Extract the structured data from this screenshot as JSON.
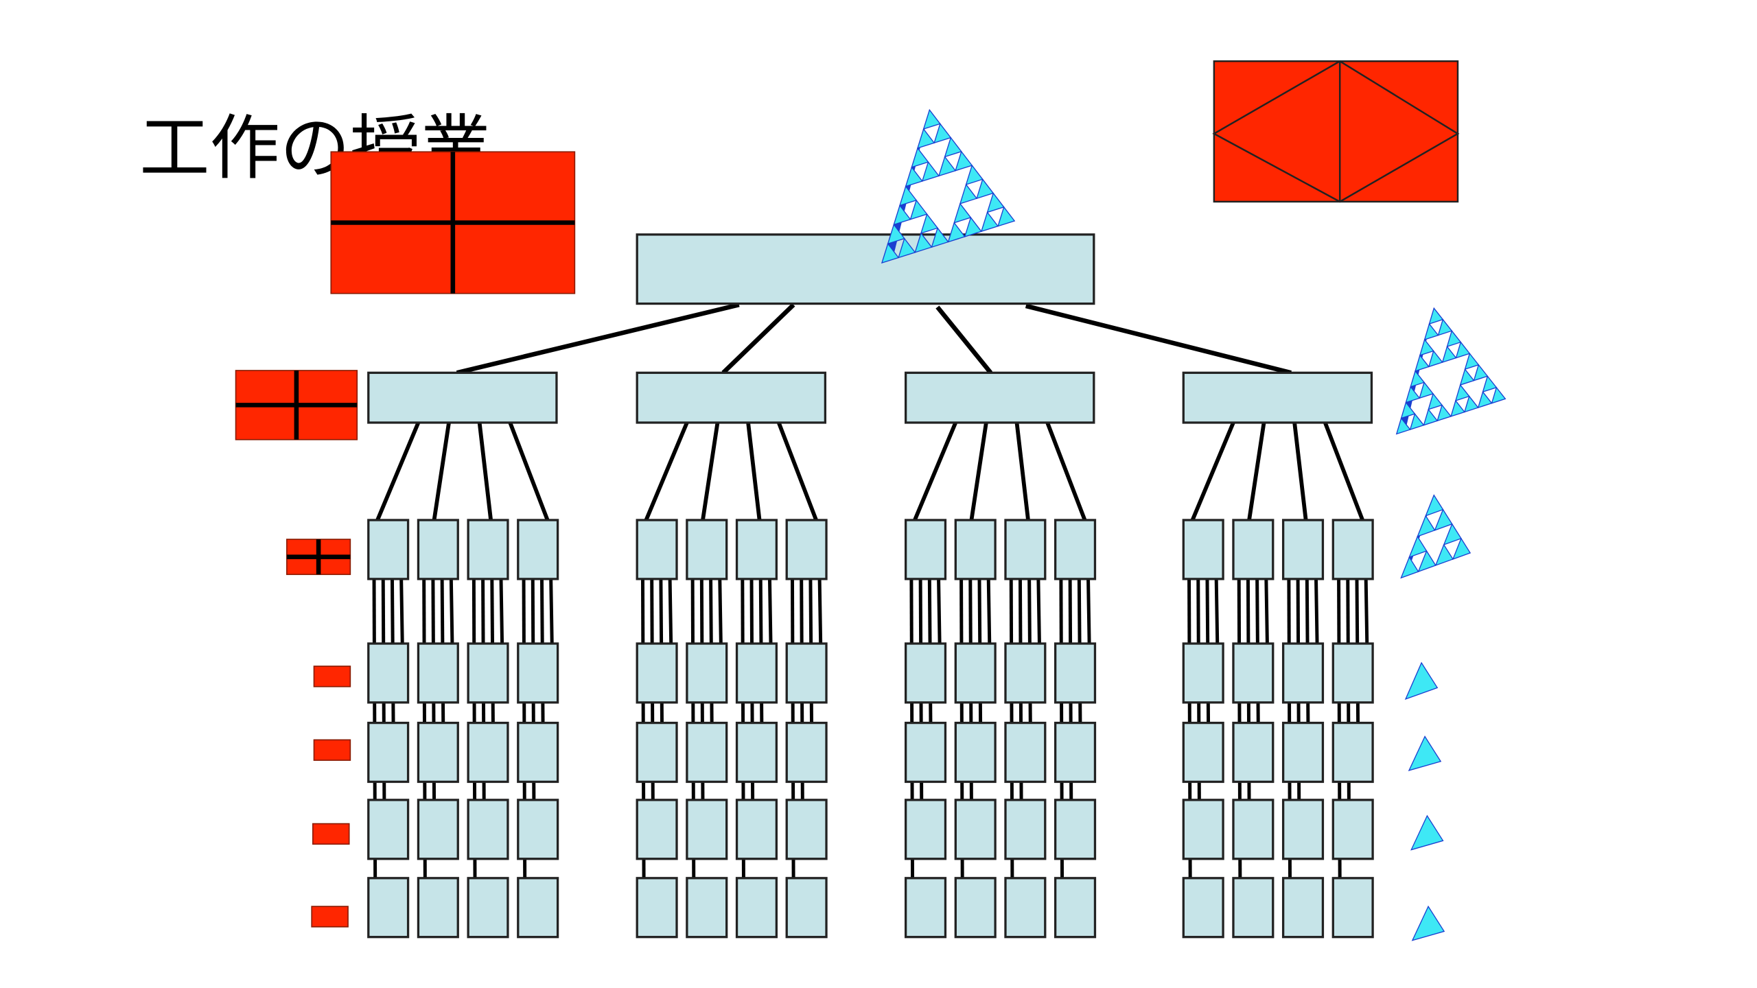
{
  "slide": {
    "title": "工作の授業"
  },
  "tree": {
    "levels": [
      "root",
      "level-1",
      "level-2",
      "row-1",
      "row-2",
      "row-3",
      "row-4"
    ],
    "groups": 4,
    "children_per_node": 4
  },
  "colors": {
    "node_fill": "#c6e4e8",
    "node_stroke": "#222222",
    "paper_red": "#ff2600",
    "line": "#000000",
    "pyramid_light": "#3ee8f5",
    "pyramid_dark": "#1a3fd0"
  }
}
